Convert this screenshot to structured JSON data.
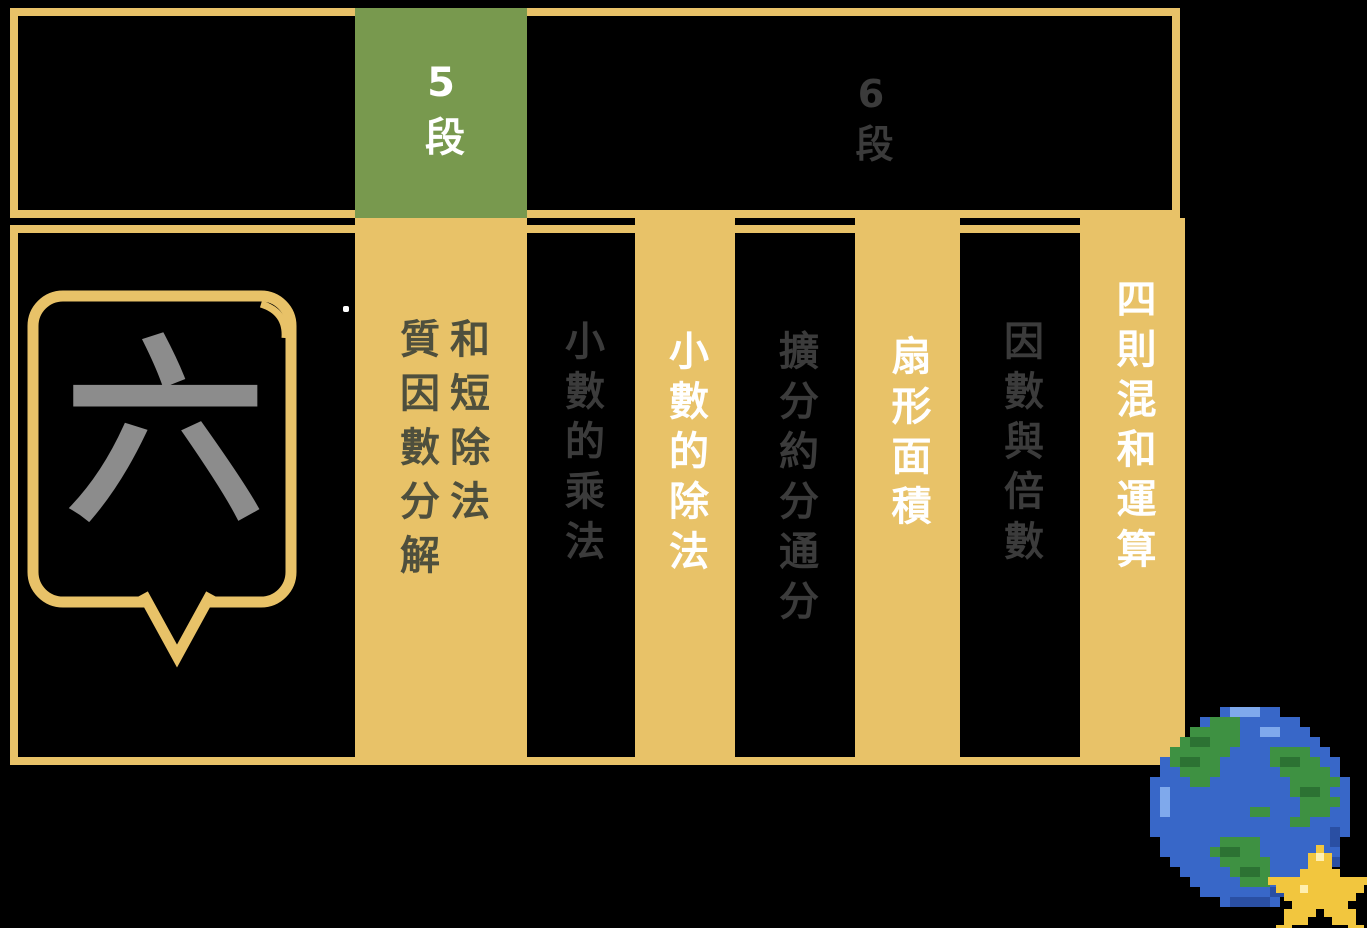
{
  "colors": {
    "frame_gold": "#E8C268",
    "active_tab_green": "#78994E",
    "column_text_white": "#FFFFFF",
    "column_text_muted": "#4E4F3D",
    "dim_text_gray": "#3B3B3B",
    "bubble_character_gray": "#8C8C8C"
  },
  "header": {
    "active_level_tab": "5段",
    "inactive_level_tab": "6段"
  },
  "board": {
    "speech_bubble_character": "六",
    "columns": [
      {
        "state": "highlighted",
        "lines": [
          "和短除法",
          "質因數分解"
        ]
      },
      {
        "state": "dimmed",
        "lines": [
          "小數的乘法"
        ]
      },
      {
        "state": "highlighted",
        "lines": [
          "小數的除法"
        ]
      },
      {
        "state": "dimmed",
        "lines": [
          "擴分約分通分"
        ]
      },
      {
        "state": "highlighted",
        "lines": [
          "扇形面積"
        ]
      },
      {
        "state": "dimmed",
        "lines": [
          "因數與倍數"
        ]
      },
      {
        "state": "highlighted",
        "lines": [
          "四則混和運算"
        ]
      }
    ]
  },
  "stickers": {
    "earth_icon": "pixel-earth-globe",
    "star_icon": "pixel-star"
  }
}
